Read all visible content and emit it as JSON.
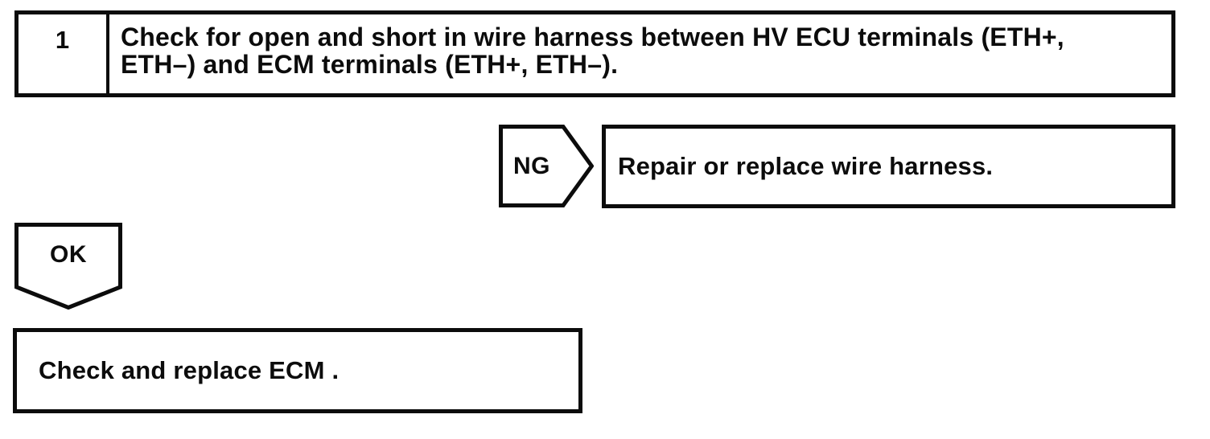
{
  "page": {
    "background": "#ffffff",
    "ink": "#0c0c0c"
  },
  "flowchart": {
    "step": {
      "number": "1",
      "description": "Check for open and short in wire harness between HV ECU terminals (ETH+, ETH–) and ECM terminals (ETH+, ETH–)."
    },
    "ng_branch": {
      "connector_label": "NG",
      "action": "Repair or replace wire harness."
    },
    "ok_branch": {
      "connector_label": "OK",
      "action": "Check and replace ECM ."
    }
  }
}
